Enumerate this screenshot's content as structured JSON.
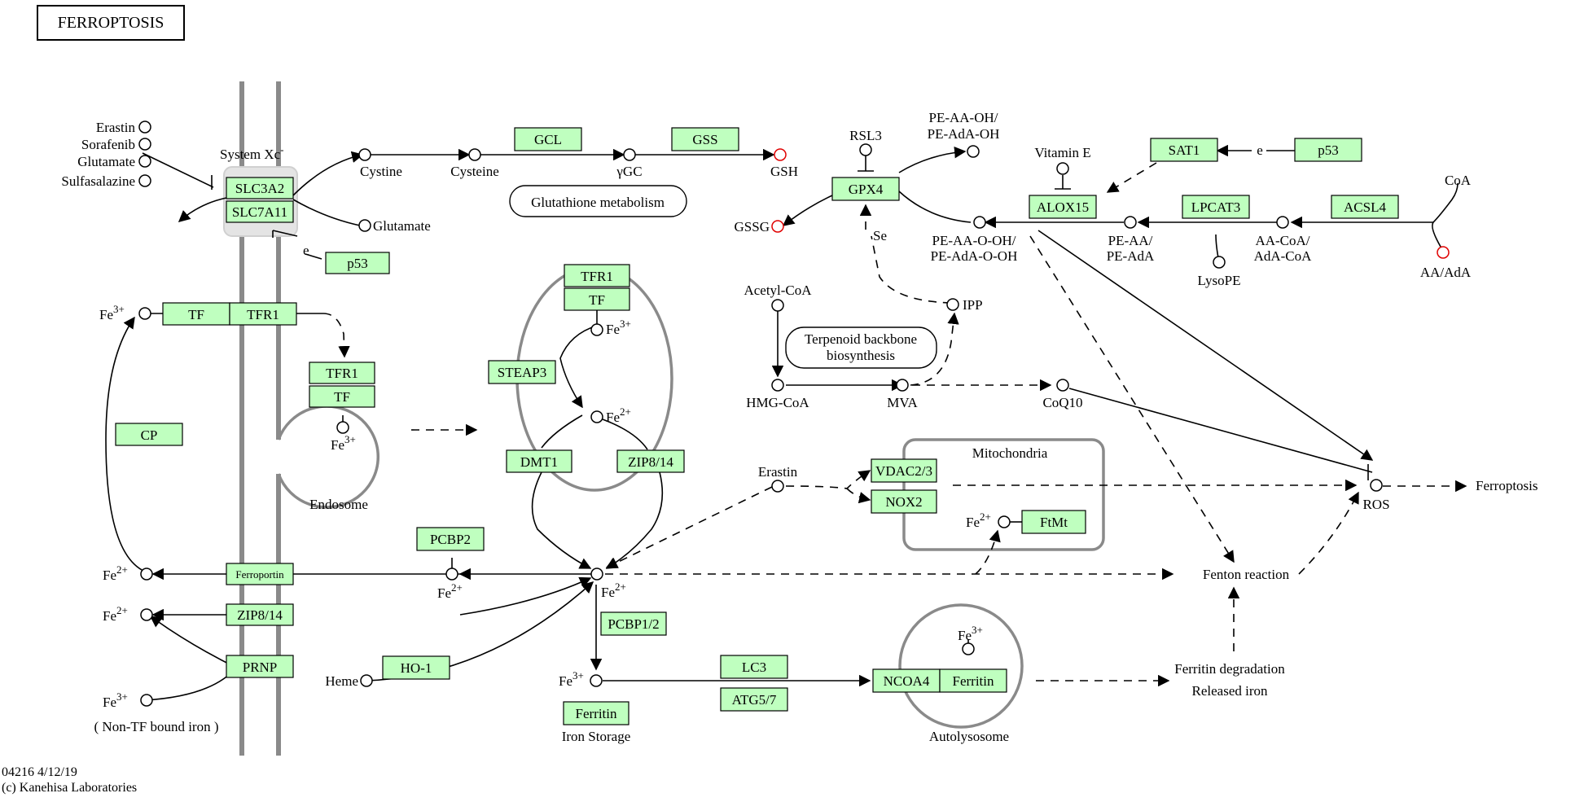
{
  "title": "FERROPTOSIS",
  "footer": {
    "map_id": "04216 4/12/19",
    "copyright": "(c) Kanehisa Laboratories"
  },
  "colors": {
    "gene_fill": "#bfffbf",
    "membrane": "#8a8a8a",
    "highlight_node": "#e00000"
  },
  "genes": {
    "slc3a2": "SLC3A2",
    "slc7a11": "SLC7A11",
    "p53_left": "p53",
    "tf_mem": "TF",
    "tfr1_mem": "TFR1",
    "tfr1_endo": "TFR1",
    "tf_endo": "TF",
    "cp": "CP",
    "ferroportin": "Ferroportin",
    "zip814_mem": "ZIP8/14",
    "prnp": "PRNP",
    "pcbp2": "PCBP2",
    "ho1": "HO-1",
    "tfr1_ves": "TFR1",
    "tf_ves": "TF",
    "steap3": "STEAP3",
    "dmt1": "DMT1",
    "zip814_ves": "ZIP8/14",
    "pcbp12": "PCBP1/2",
    "ferritin_store": "Ferritin",
    "lc3": "LC3",
    "atg57": "ATG5/7",
    "ncoa4": "NCOA4",
    "ferritin_auto": "Ferritin",
    "gcl": "GCL",
    "gss": "GSS",
    "gpx4": "GPX4",
    "alox15": "ALOX15",
    "sat1": "SAT1",
    "p53_right": "p53",
    "lpcat3": "LPCAT3",
    "acsl4": "ACSL4",
    "vdac23": "VDAC2/3",
    "nox2": "NOX2",
    "ftmt": "FtMt"
  },
  "compounds": {
    "erastin": "Erastin",
    "sorafenib": "Sorafenib",
    "glutamate_in": "Glutamate",
    "sulfasalazine": "Sulfasalazine",
    "cystine": "Cystine",
    "glutamate_out": "Glutamate",
    "cysteine": "Cysteine",
    "ygc": "γGC",
    "gsh": "GSH",
    "gssg": "GSSG",
    "rsl3": "RSL3",
    "pe_aa_oh_1": "PE-AA-OH/",
    "pe_aa_oh_2": "PE-AdA-OH",
    "vitamin_e": "Vitamin E",
    "pe_ooh_1": "PE-AA-O-OH/",
    "pe_ooh_2": "PE-AdA-O-OH",
    "pe_aa_1": "PE-AA/",
    "pe_aa_2": "PE-AdA",
    "lysope": "LysoPE",
    "aacoa_1": "AA-CoA/",
    "aacoa_2": "AdA-CoA",
    "coa": "CoA",
    "aa_ada": "AA/AdA",
    "acetyl_coa": "Acetyl-CoA",
    "hmg_coa": "HMG-CoA",
    "mva": "MVA",
    "ipp": "IPP",
    "coq10": "CoQ10",
    "erastin2": "Erastin",
    "ros": "ROS",
    "heme": "Heme",
    "non_tf_iron": "( Non-TF bound iron )",
    "fe": "Fe",
    "sup3": "3+",
    "sup2": "2+",
    "e": "e",
    "se": "Se"
  },
  "labels": {
    "system_xc": "System Xc",
    "system_xc_sup": "-",
    "glutathione_metabolism": "Glutathione metabolism",
    "terpenoid_1": "Terpenoid backbone",
    "terpenoid_2": "biosynthesis",
    "mitochondria": "Mitochondria",
    "endosome": "Endosome",
    "iron_storage": "Iron Storage",
    "autolysosome": "Autolysosome",
    "fenton": "Fenton reaction",
    "ferritin_deg_1": "Ferritin degradation",
    "ferritin_deg_2": "Released iron",
    "ferroptosis": "Ferroptosis"
  }
}
